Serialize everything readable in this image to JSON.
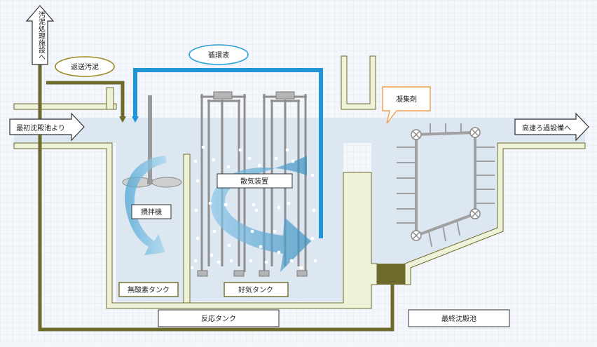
{
  "labels": {
    "sludge_treatment": "汚泥処理施設へ",
    "return_sludge": "返送汚泥",
    "circulation_liquid": "循環液",
    "coagulant": "凝集剤",
    "primary_inflow": "最初沈殿池より",
    "rapid_filtration": "高速ろ過設備へ",
    "aeration_device": "散気装置",
    "agitator": "攪拌機",
    "anoxic_tank": "無酸素タンク",
    "aerobic_tank": "好気タンク",
    "reaction_tank": "反応タンク",
    "final_settling": "最終沈殿池"
  },
  "colors": {
    "water": "#dde7f2",
    "wall_fill": "#eef2d8",
    "wall_stroke": "#6e6a2c",
    "pipe_olive": "#6e6a2c",
    "circulation_pipe": "#1f95d6",
    "return_bubble": "#9b8a25",
    "circulation_bubble": "#2a9fd8",
    "coagulant_bubble": "#f0a04a",
    "flow_arrow": "#5aaed6",
    "aerator": "#999999"
  },
  "icons": {
    "stirrer": "stirrer-icon",
    "diffuser": "air-diffuser-icon",
    "bubbles": "air-bubble-icon",
    "scraper": "sludge-scraper-icon"
  }
}
